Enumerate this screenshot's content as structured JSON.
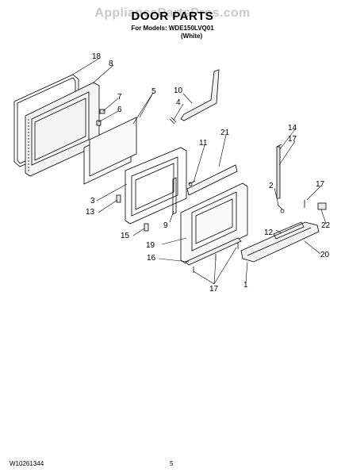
{
  "watermark": "AppliancePartsPros.com",
  "header": {
    "title": "DOOR PARTS",
    "models_line": "For Models: WDE150LVQ01",
    "color_line": "(White)"
  },
  "callouts": [
    {
      "id": "c18",
      "text": "18"
    },
    {
      "id": "c8",
      "text": "8"
    },
    {
      "id": "c7",
      "text": "7"
    },
    {
      "id": "c6",
      "text": "6"
    },
    {
      "id": "c5",
      "text": "5"
    },
    {
      "id": "c4",
      "text": "4"
    },
    {
      "id": "c10",
      "text": "10"
    },
    {
      "id": "c11",
      "text": "11"
    },
    {
      "id": "c21",
      "text": "21"
    },
    {
      "id": "c14",
      "text": "14"
    },
    {
      "id": "c17a",
      "text": "17"
    },
    {
      "id": "c3",
      "text": "3"
    },
    {
      "id": "c13",
      "text": "13"
    },
    {
      "id": "c2",
      "text": "2"
    },
    {
      "id": "c17b",
      "text": "17"
    },
    {
      "id": "c9",
      "text": "9"
    },
    {
      "id": "c22",
      "text": "22"
    },
    {
      "id": "c15",
      "text": "15"
    },
    {
      "id": "c12",
      "text": "12"
    },
    {
      "id": "c19",
      "text": "19"
    },
    {
      "id": "c20",
      "text": "20"
    },
    {
      "id": "c16",
      "text": "16"
    },
    {
      "id": "c1",
      "text": "1"
    },
    {
      "id": "c17c",
      "text": "17"
    }
  ],
  "footer": {
    "doc_number": "W10261344",
    "page": "5"
  }
}
